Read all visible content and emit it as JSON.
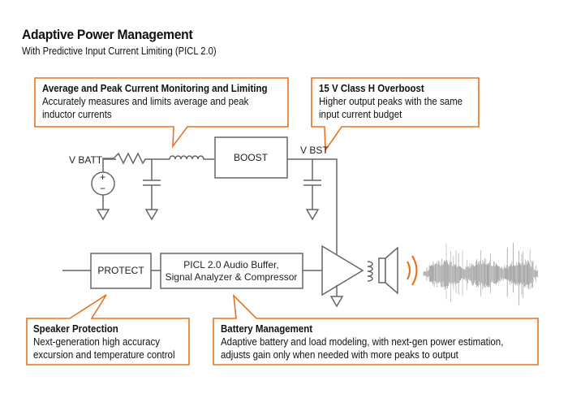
{
  "header": {
    "title": "Adaptive Power Management",
    "subtitle": "With Predictive Input Current Limiting (PICL 2.0)"
  },
  "callouts": {
    "current_monitoring": {
      "heading": "Average and Peak Current Monitoring and Limiting",
      "line1": "Accurately measures and limits average and peak",
      "line2": "inductor currents"
    },
    "overboost": {
      "heading": "15 V Class H Overboost",
      "line1": "Higher output peaks with the same",
      "line2": "input current budget"
    },
    "speaker_protection": {
      "heading": "Speaker Protection",
      "line1": "Next-generation high accuracy",
      "line2": "excursion and temperature control"
    },
    "battery_management": {
      "heading": "Battery Management",
      "line1": "Adaptive battery and load modeling, with next-gen power estimation,",
      "line2": "adjusts gain only when needed with more peaks to output"
    }
  },
  "circuit": {
    "vbatt_label": "V BATT",
    "vbst_label": "V BST",
    "boost_label": "BOOST",
    "protect_label": "PROTECT",
    "picl_line1": "PICL 2.0 Audio Buffer,",
    "picl_line2": "Signal Analyzer & Compressor",
    "battery_plus": "+",
    "battery_minus": "−"
  },
  "colors": {
    "accent": "#e8731f",
    "wire": "#666666",
    "waveform": "#9a9a9a"
  }
}
